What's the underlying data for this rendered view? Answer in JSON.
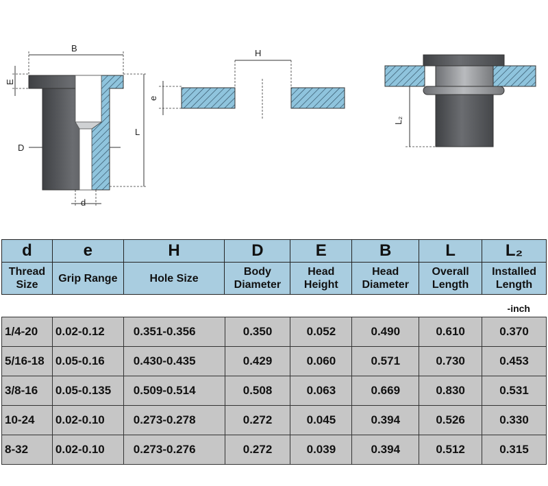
{
  "diagram_labels": {
    "B": "B",
    "E": "E",
    "D": "D",
    "d": "d",
    "L": "L",
    "H": "H",
    "e": "e",
    "L2": "L₂"
  },
  "table": {
    "columns": [
      {
        "symbol": "d",
        "desc": [
          "Thread",
          "Size"
        ]
      },
      {
        "symbol": "e",
        "desc": [
          "Grip Range"
        ]
      },
      {
        "symbol": "H",
        "desc": [
          "Hole Size"
        ]
      },
      {
        "symbol": "D",
        "desc": [
          "Body",
          "Diameter"
        ]
      },
      {
        "symbol": "E",
        "desc": [
          "Head",
          "Height"
        ]
      },
      {
        "symbol": "B",
        "desc": [
          "Head",
          "Diameter"
        ]
      },
      {
        "symbol": "L",
        "desc": [
          "Overall",
          "Length"
        ]
      },
      {
        "symbol": "L₂",
        "desc": [
          "Installed",
          "Length"
        ]
      }
    ],
    "unit": "-inch",
    "rows": [
      [
        "1/4-20",
        "0.02-0.12",
        "0.351-0.356",
        "0.350",
        "0.052",
        "0.490",
        "0.610",
        "0.370"
      ],
      [
        "5/16-18",
        "0.05-0.16",
        "0.430-0.435",
        "0.429",
        "0.060",
        "0.571",
        "0.730",
        "0.453"
      ],
      [
        "3/8-16",
        "0.05-0.135",
        "0.509-0.514",
        "0.508",
        "0.063",
        "0.669",
        "0.830",
        "0.531"
      ],
      [
        "10-24",
        "0.02-0.10",
        "0.273-0.278",
        "0.272",
        "0.045",
        "0.394",
        "0.526",
        "0.330"
      ],
      [
        "8-32",
        "0.02-0.10",
        "0.273-0.276",
        "0.272",
        "0.039",
        "0.394",
        "0.512",
        "0.315"
      ]
    ]
  },
  "colors": {
    "header_bg": "#a9cde0",
    "row_bg": "#c6c6c6",
    "section_fill": "#8fc4dd",
    "part_fill": "#5b5d61"
  }
}
